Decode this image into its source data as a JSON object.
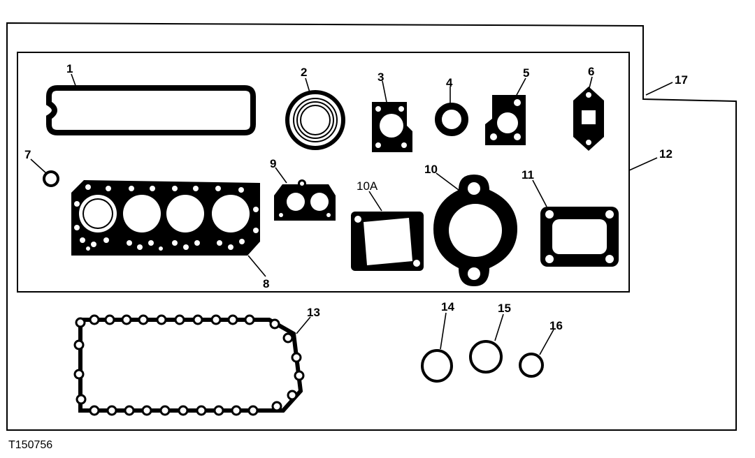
{
  "figure_id": "T150756",
  "callouts": {
    "c1": "1",
    "c2": "2",
    "c3": "3",
    "c4": "4",
    "c5": "5",
    "c6": "6",
    "c7": "7",
    "c8": "8",
    "c9": "9",
    "c10a": "10A",
    "c10": "10",
    "c11": "11",
    "c12": "12",
    "c13": "13",
    "c14": "14",
    "c15": "15",
    "c16": "16",
    "c17": "17"
  },
  "colors": {
    "ink": "#000000",
    "paper": "#ffffff"
  }
}
